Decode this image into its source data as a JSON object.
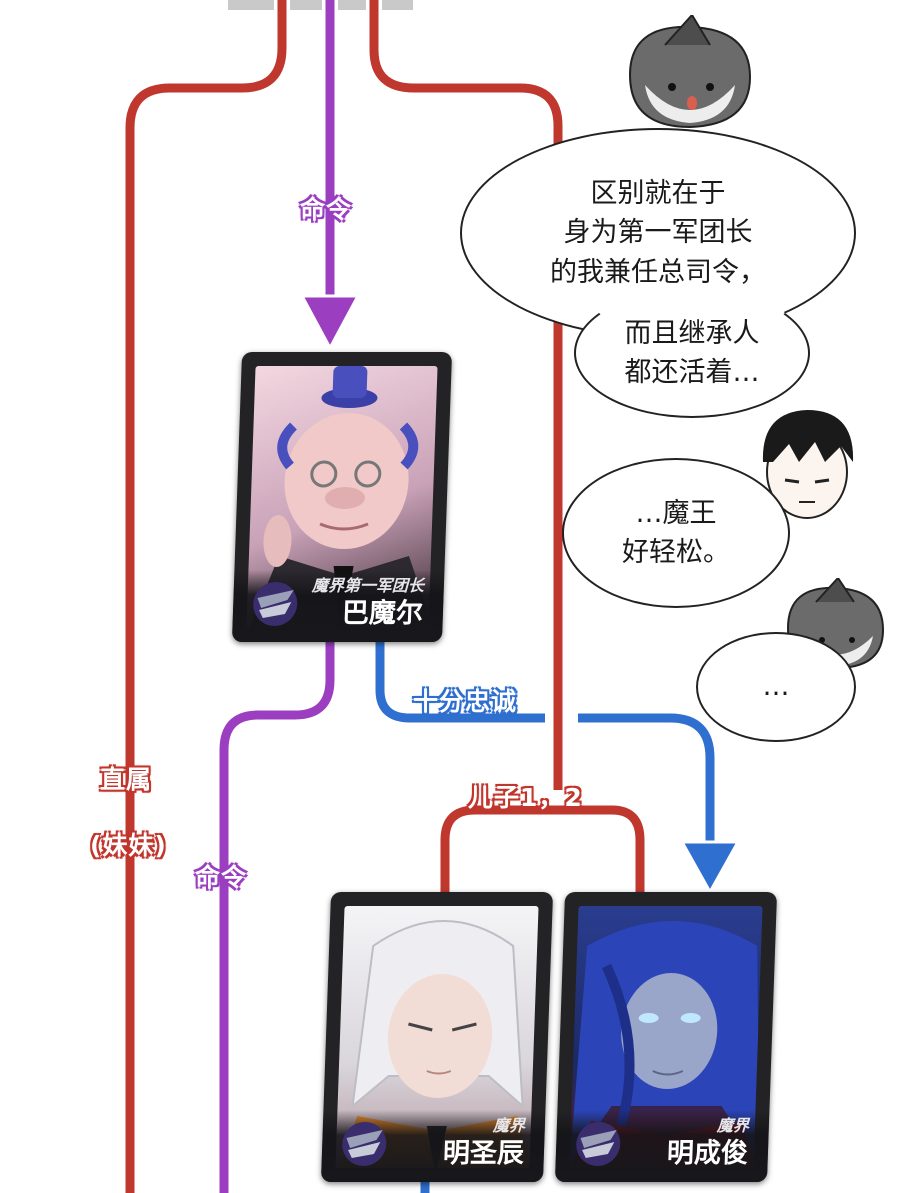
{
  "colors": {
    "red": "#c0372e",
    "purple": "#9b3fc0",
    "blue": "#2f6fcf",
    "card_bg": "#232325"
  },
  "labels": {
    "command_top": "命令",
    "loyal": "十分忠诚",
    "direct_1": "直属",
    "direct_2": "(妹妹)",
    "sons": "儿子1，2",
    "command_bottom": "命令"
  },
  "cards": {
    "bamoer": {
      "title": "魔界第一军团长",
      "name": "巴魔尔"
    },
    "mingshengchen": {
      "title": "魔界",
      "name": "明圣辰"
    },
    "mingchengjun": {
      "title": "魔界",
      "name": "明成俊"
    }
  },
  "bubbles": {
    "b1": {
      "lines": [
        "区别就在于",
        "身为第一军团长",
        "的我兼任总司令，"
      ]
    },
    "b1b": {
      "lines": [
        "而且继承人",
        "都还活着…"
      ]
    },
    "b2": {
      "lines": [
        "…魔王",
        "好轻松。"
      ]
    },
    "b3": {
      "lines": [
        "…"
      ]
    }
  },
  "icons": {
    "card_emblem": "army-emblem-icon",
    "arrow": "arrow-down-icon"
  }
}
